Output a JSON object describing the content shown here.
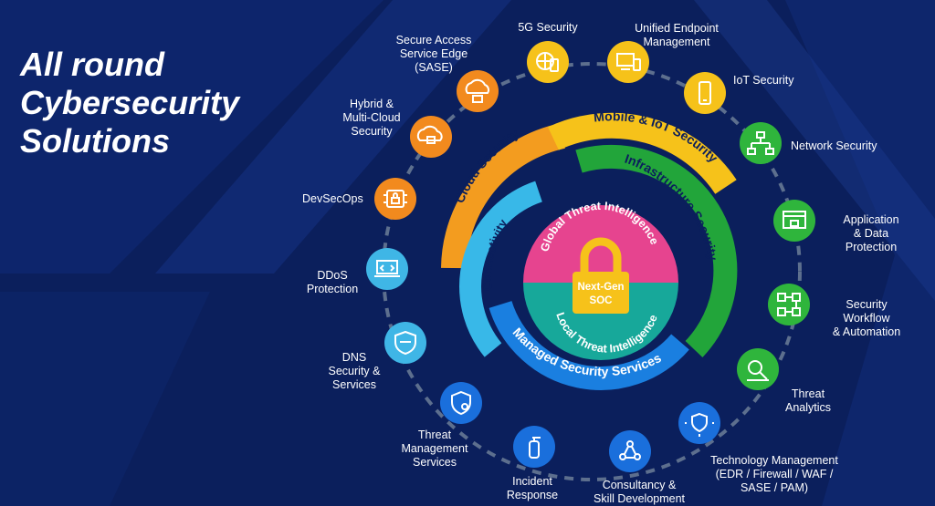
{
  "headline": [
    "All round",
    "Cybersecurity",
    "Solutions"
  ],
  "core": {
    "label_line1": "Next-Gen",
    "label_line2": "SOC",
    "top_half": "Global Threat Intelligence",
    "bottom_half": "Local Threat Intelligence",
    "top_color": "#e6448f",
    "bottom_color": "#17a89a",
    "lock_color": "#f6c21a"
  },
  "rings": [
    {
      "label": "Connectivity",
      "color": "#38b8e8"
    },
    {
      "label": "Managed Security Services",
      "color": "#1a7fe0"
    },
    {
      "label": "Cloud Security",
      "color": "#f39c1f"
    },
    {
      "label": "Mobile & IoT Security",
      "color": "#f6c21a"
    },
    {
      "label": "Infrastructure Security",
      "color": "#22a53a"
    }
  ],
  "services": [
    {
      "icon": "cloud-gateway-icon",
      "label": "Secure Access\nService Edge\n(SASE)",
      "color": "#f28a1e"
    },
    {
      "icon": "globe-phone-icon",
      "label": "5G Security",
      "color": "#f6c21a"
    },
    {
      "icon": "devices-icon",
      "label": "Unified Endpoint\nManagement",
      "color": "#f6c21a"
    },
    {
      "icon": "phone-icon",
      "label": "IoT Security",
      "color": "#f6c21a"
    },
    {
      "icon": "network-icon",
      "label": "Network Security",
      "color": "#2fb53c"
    },
    {
      "icon": "browser-lock-icon",
      "label": "Application & Data\nProtection",
      "color": "#2fb53c"
    },
    {
      "icon": "workflow-icon",
      "label": "Security Workflow\n& Automation",
      "color": "#2fb53c"
    },
    {
      "icon": "analytics-icon",
      "label": "Threat\nAnalytics",
      "color": "#2fb53c"
    },
    {
      "icon": "network-shield-icon",
      "label": "Technology Management\n(EDR / Firewall / WAF /\nSASE / PAM)",
      "color": "#1a6fdc"
    },
    {
      "icon": "people-network-icon",
      "label": "Consultancy &\nSkill Development",
      "color": "#1a6fdc"
    },
    {
      "icon": "fire-extinguisher-icon",
      "label": "Incident\nResponse",
      "color": "#1a6fdc"
    },
    {
      "icon": "shield-icon",
      "label": "Threat\nManagement\nServices",
      "color": "#1a6fdc"
    },
    {
      "icon": "dns-shield-icon",
      "label": "DNS\nSecurity &\nServices",
      "color": "#3fb6e6"
    },
    {
      "icon": "laptop-code-icon",
      "label": "DDoS\nProtection",
      "color": "#3fb6e6"
    },
    {
      "icon": "chip-lock-icon",
      "label": "DevSecOps",
      "color": "#f28a1e"
    },
    {
      "icon": "cloud-lock-icon",
      "label": "Hybrid &\nMulti-Cloud\nSecurity",
      "color": "#f28a1e"
    }
  ]
}
